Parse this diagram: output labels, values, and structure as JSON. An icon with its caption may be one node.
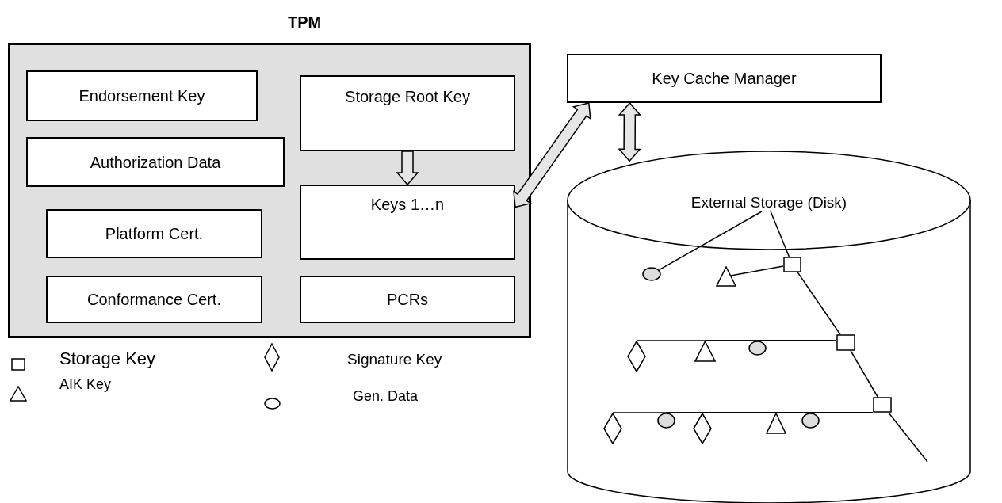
{
  "diagram": {
    "nodes": [
      {
        "text": [
          "TPM"
        ]
      },
      {
        "text": [
          "Endorsement Key"
        ],
        "in": 0
      },
      {
        "text": [
          "Authorization Data"
        ],
        "in": 0
      },
      {
        "text": [
          "Platform Cert."
        ],
        "in": 0
      },
      {
        "text": [
          "Conformance Cert."
        ],
        "in": 0
      },
      {
        "text": [
          "Storage Root Key"
        ],
        "in": 0
      },
      {
        "text": [
          "Keys 1…n"
        ],
        "in": 0
      },
      {
        "text": [
          "PCRs"
        ],
        "in": 0
      },
      {
        "text": [
          "Key Cache Manager"
        ]
      },
      {
        "text": [
          "External Storage (Disk)"
        ]
      },
      {
        "text": [],
        "shape": "circle",
        "in": 9
      },
      {
        "text": [],
        "shape": "triangle",
        "in": 9
      },
      {
        "text": [],
        "shape": "box",
        "in": 9
      },
      {
        "text": [],
        "shape": "diamond",
        "in": 9
      },
      {
        "text": [],
        "shape": "triangle",
        "in": 9
      },
      {
        "text": [],
        "shape": "circle",
        "in": 9
      },
      {
        "text": [],
        "shape": "box",
        "in": 9
      },
      {
        "text": [],
        "shape": "diamond",
        "in": 9
      },
      {
        "text": [],
        "shape": "circle",
        "in": 9
      },
      {
        "text": [],
        "shape": "diamond",
        "in": 9
      },
      {
        "text": [],
        "shape": "triangle",
        "in": 9
      },
      {
        "text": [],
        "shape": "circle",
        "in": 9
      },
      {
        "text": [],
        "shape": "box",
        "in": 9
      }
    ],
    "edges": [
      {
        "from": 5,
        "to": 6,
        "arrow": "to",
        "style": "thick"
      },
      {
        "from": 6,
        "to": 8,
        "arrow": "both",
        "style": "thick"
      },
      {
        "from": 8,
        "to": 9,
        "arrow": "both",
        "style": "thick"
      },
      {
        "from": 9,
        "to": 10,
        "arrow": "none"
      },
      {
        "from": 9,
        "to": 12,
        "arrow": "none"
      },
      {
        "from": 12,
        "to": 11,
        "arrow": "none"
      },
      {
        "from": 12,
        "to": 16,
        "arrow": "none"
      },
      {
        "from": 16,
        "to": 13,
        "arrow": "none"
      },
      {
        "from": 16,
        "to": 14,
        "arrow": "none"
      },
      {
        "from": 16,
        "to": 15,
        "arrow": "none"
      },
      {
        "from": 16,
        "to": 22,
        "arrow": "none"
      },
      {
        "from": 22,
        "to": 17,
        "arrow": "none"
      },
      {
        "from": 22,
        "to": 18,
        "arrow": "none"
      },
      {
        "from": 22,
        "to": 19,
        "arrow": "none"
      },
      {
        "from": 22,
        "to": 20,
        "arrow": "none"
      },
      {
        "from": 22,
        "to": 21,
        "arrow": "none"
      },
      {
        "from": 22,
        "to": null,
        "arrow": "none"
      }
    ],
    "legend": [
      {
        "text": "Storage Key"
      },
      {
        "text": "Signature Key"
      },
      {
        "text": "AIK Key"
      },
      {
        "text": "Gen. Data"
      }
    ]
  }
}
